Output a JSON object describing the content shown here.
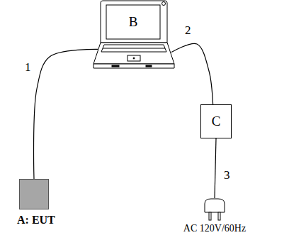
{
  "diagram": {
    "nodes": [
      {
        "text": [
          "B"
        ]
      },
      {
        "text": [
          "A: EUT"
        ]
      },
      {
        "text": [
          "C"
        ]
      },
      {
        "text": [
          "AC 120V/60Hz"
        ]
      }
    ],
    "edges": [
      {
        "from": 0,
        "to": 1,
        "label": "1",
        "arrow": "none"
      },
      {
        "from": 0,
        "to": 2,
        "label": "2",
        "arrow": "none"
      },
      {
        "from": 2,
        "to": 3,
        "label": "3",
        "arrow": "none"
      }
    ]
  }
}
